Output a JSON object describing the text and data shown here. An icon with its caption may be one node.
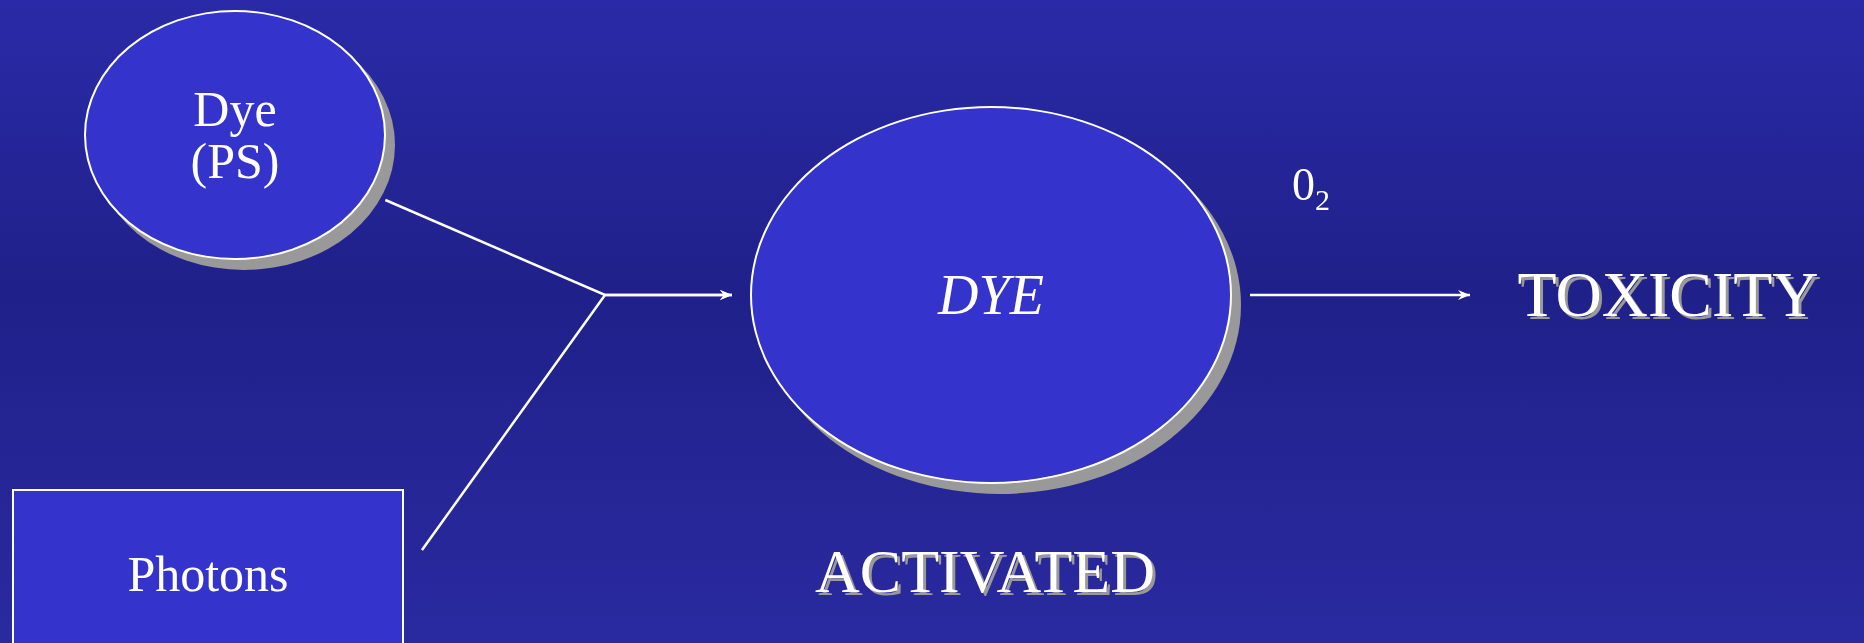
{
  "diagram": {
    "nodes": [
      {
        "text": [
          "Dye",
          "(PS)"
        ]
      },
      {
        "text": [
          "Photons"
        ]
      },
      {
        "text": [
          "DYE"
        ],
        "beside": [
          "ACTIVATED"
        ]
      },
      {
        "text": [
          "TOXICITY"
        ]
      }
    ],
    "edges": [
      {
        "from": 0,
        "to": 2,
        "arrow": "to"
      },
      {
        "from": 1,
        "to": 2,
        "arrow": "to"
      },
      {
        "from": 2,
        "to": 3,
        "arrow": "to",
        "label": "0$_{2}$"
      }
    ]
  }
}
